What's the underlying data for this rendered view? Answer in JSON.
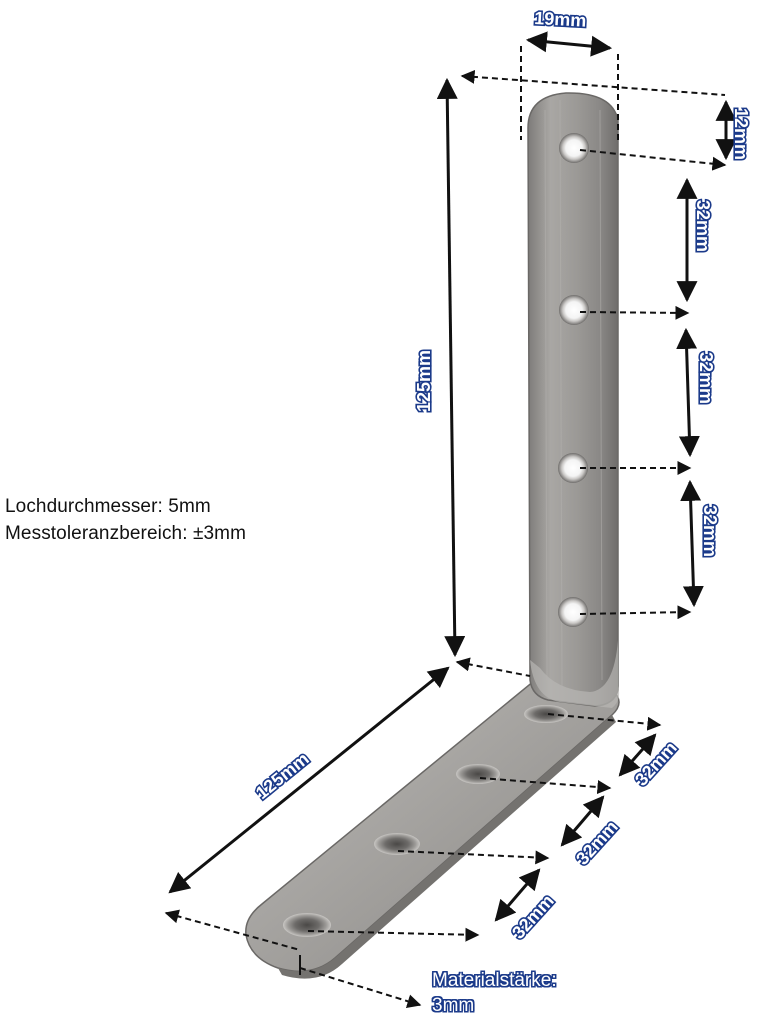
{
  "notes": {
    "hole_diameter": "Lochdurchmesser: 5mm",
    "tolerance": "Messtoleranzbereich: ±3mm"
  },
  "dimensions": {
    "width_top": "19mm",
    "edge_to_first_hole": "12mm",
    "vertical_spacing_1": "32mm",
    "vertical_spacing_2": "32mm",
    "vertical_spacing_3": "32mm",
    "vertical_leg_length": "125mm",
    "horizontal_leg_length": "125mm",
    "horizontal_spacing_1": "32mm",
    "horizontal_spacing_2": "32mm",
    "horizontal_spacing_3": "32mm"
  },
  "material": {
    "label": "Materialstärke:",
    "value": "3mm"
  },
  "colors": {
    "steel": "#9a9896",
    "label_outline": "#1b3a8a",
    "arrow": "#111111"
  }
}
